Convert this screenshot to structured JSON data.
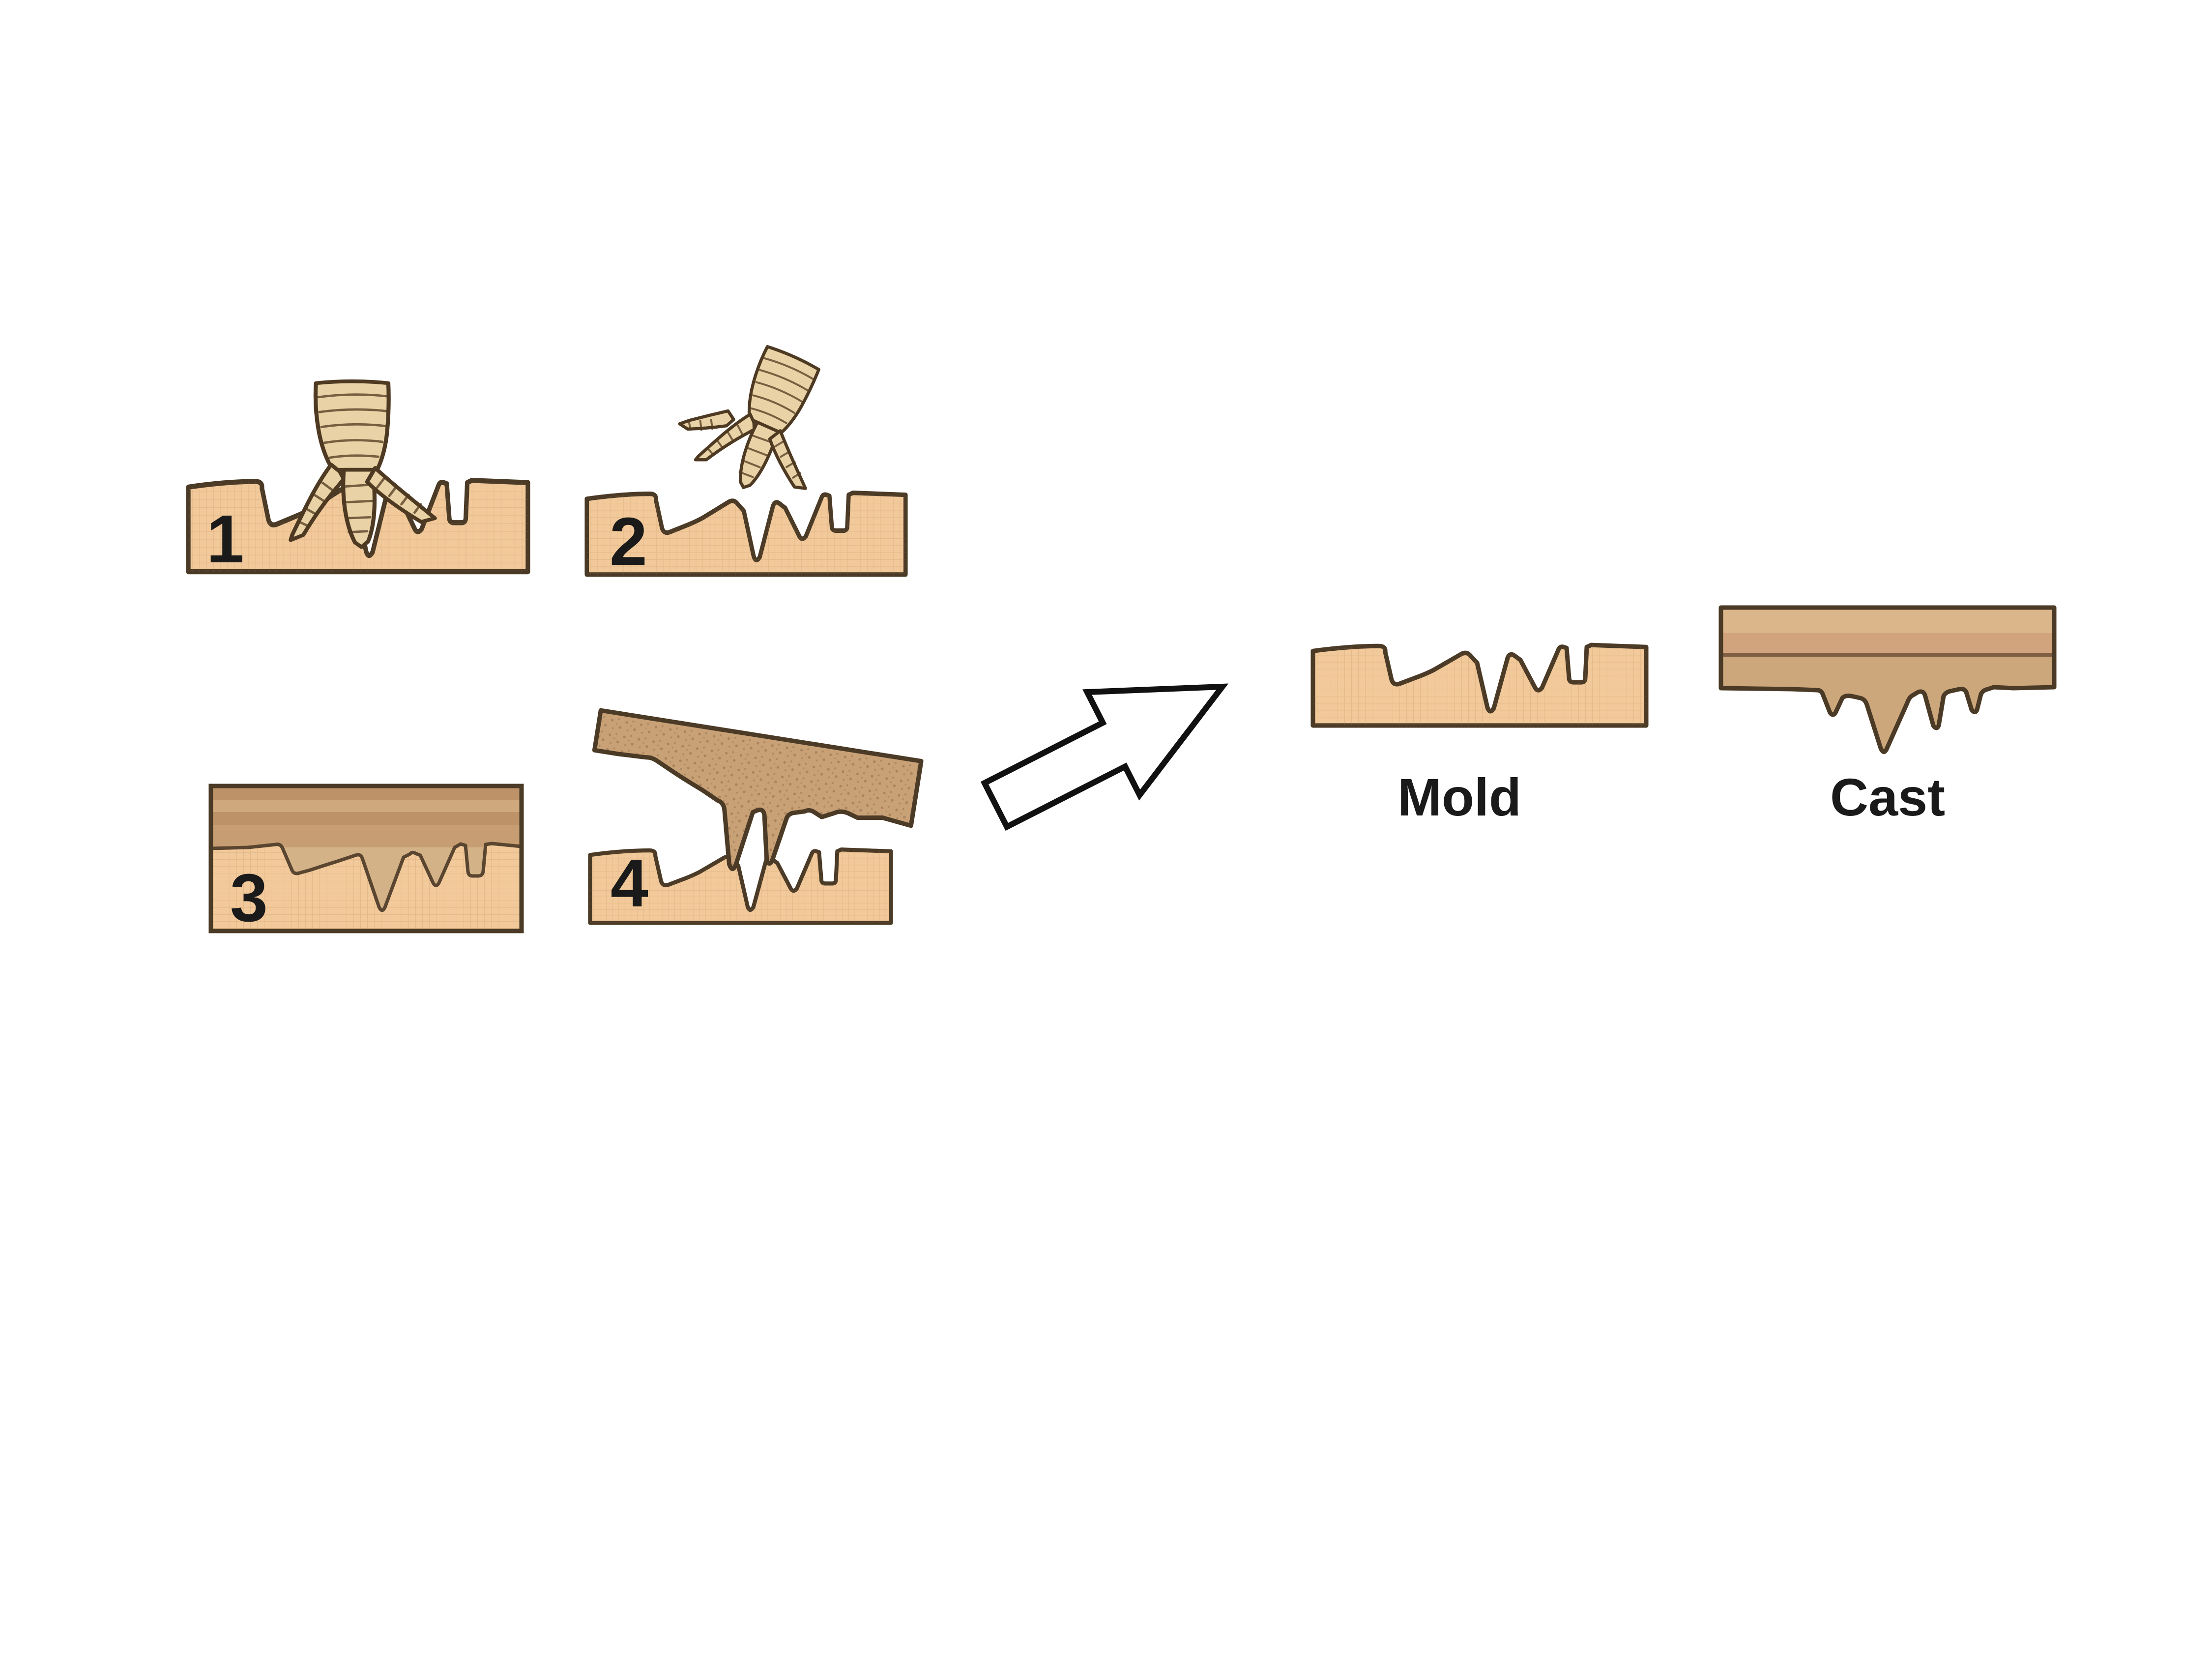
{
  "figure": {
    "steps": [
      {
        "number": "1"
      },
      {
        "number": "2"
      },
      {
        "number": "3"
      },
      {
        "number": "4"
      }
    ],
    "results": [
      {
        "label": "Mold"
      },
      {
        "label": "Cast"
      }
    ],
    "colors": {
      "background": "#ffffff",
      "sediment_light": "#F2C99A",
      "sediment_mid": "#C9A176",
      "sediment_dark_band": "#BD9268",
      "sediment_fill_prong": "#D4B288",
      "outline": "#4a3a26",
      "foot_fill": "#E9D3A6",
      "cast_band_light": "#DBB68A",
      "cast_band_rose": "#D2A47E",
      "cast_body": "#CDA77C",
      "text": "#1a1a1a",
      "arrow_fill": "#ffffff",
      "arrow_outline": "#111111"
    }
  }
}
